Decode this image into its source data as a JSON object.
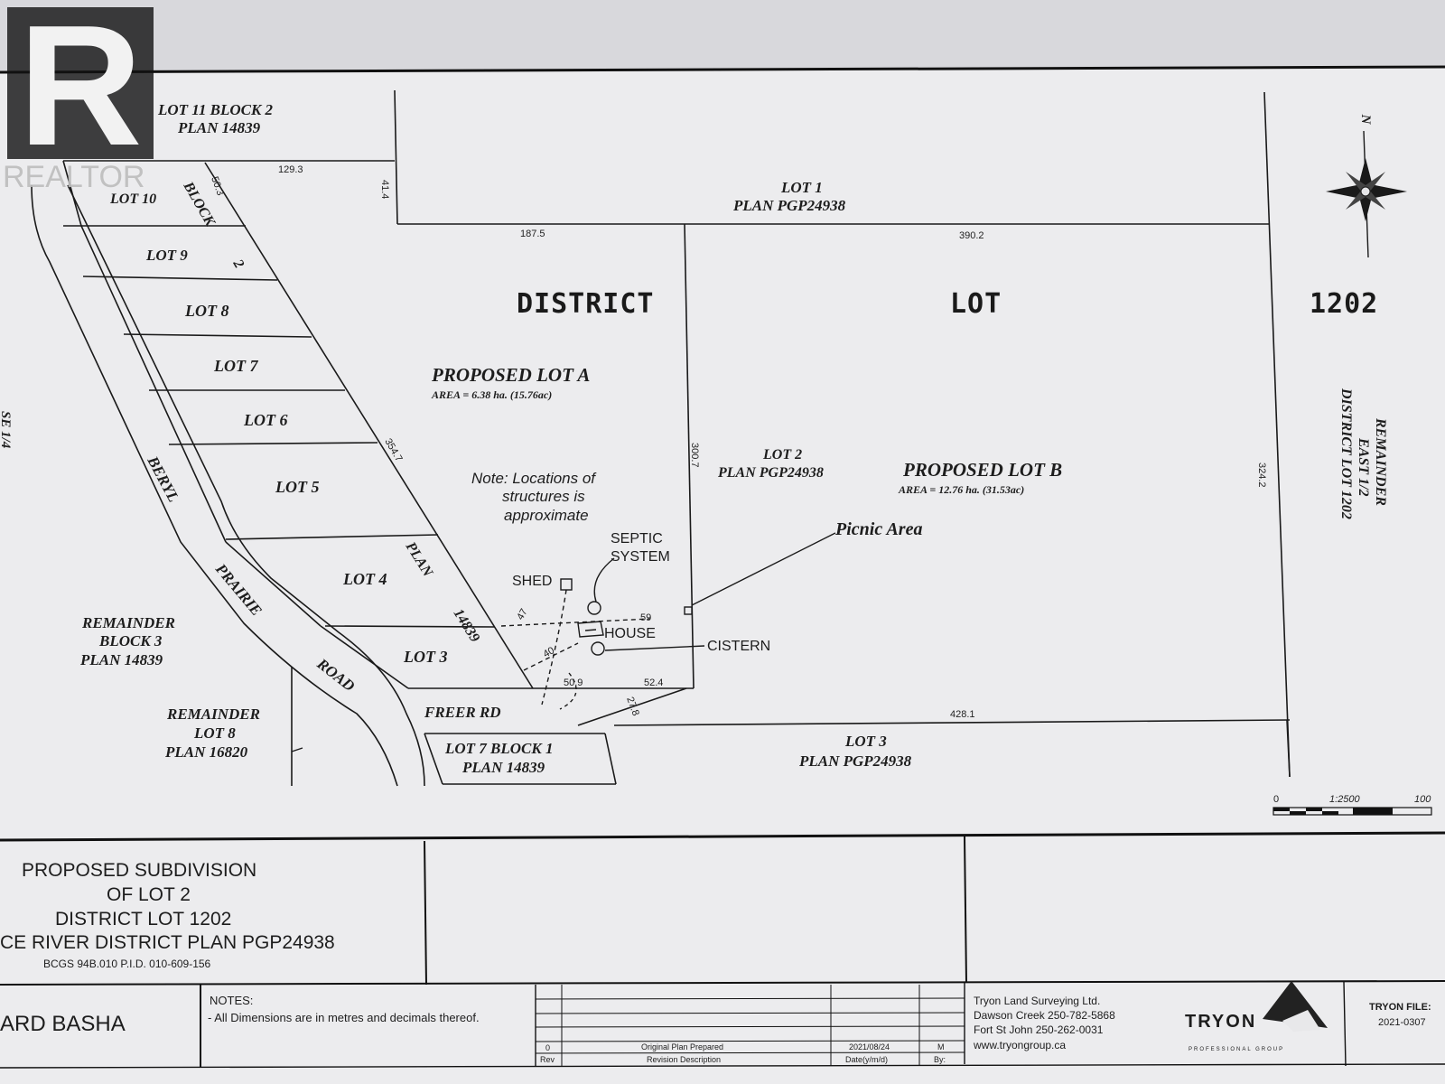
{
  "watermark": {
    "brand": "REALTOR",
    "mark": "R"
  },
  "north": "N",
  "map": {
    "district": "DISTRICT",
    "lot_word": "LOT",
    "lot_number": "1202",
    "lot11_l1": "LOT 11 BLOCK 2",
    "lot11_l2": "PLAN 14839",
    "lot1_l1": "LOT 1",
    "lot1_l2": "PLAN PGP24938",
    "lot10": "LOT 10",
    "lot9": "LOT 9",
    "lot8": "LOT 8",
    "lot7": "LOT 7",
    "lot6": "LOT 6",
    "lot5": "LOT 5",
    "lot4": "LOT 4",
    "lot3": "LOT 3",
    "block_word": "BLOCK",
    "block_num": "2",
    "plan_word": "PLAN",
    "plan_num": "14839",
    "beryl": "BERYL",
    "prairie": "PRAIRIE",
    "road": "ROAD",
    "proposed_a": "PROPOSED LOT A",
    "area_a": "AREA = 6.38 ha. (15.76ac)",
    "note_l1": "Note: Locations of",
    "note_l2": "structures is",
    "note_l3": "approximate",
    "lot2_l1": "LOT 2",
    "lot2_l2": "PLAN PGP24938",
    "proposed_b": "PROPOSED LOT B",
    "area_b": "AREA = 12.76 ha. (31.53ac)",
    "picnic": "Picnic Area",
    "septic_l1": "SEPTIC",
    "septic_l2": "SYSTEM",
    "shed": "SHED",
    "house": "HOUSE",
    "cistern": "CISTERN",
    "rem_east_l1": "REMAINDER",
    "rem_east_l2": "EAST 1/2",
    "rem_east_l3": "DISTRICT LOT 1202",
    "rem_b3_l1": "REMAINDER",
    "rem_b3_l2": "BLOCK 3",
    "rem_b3_l3": "PLAN 14839",
    "rem_l8_l1": "REMAINDER",
    "rem_l8_l2": "LOT 8",
    "rem_l8_l3": "PLAN 16820",
    "freer": "FREER RD",
    "lot7b1_l1": "LOT 7 BLOCK 1",
    "lot7b1_l2": "PLAN 14839",
    "lot3b_l1": "LOT 3",
    "lot3b_l2": "PLAN PGP24938",
    "left_edge": "SE 1/4",
    "dims": {
      "d129": "129.3",
      "d503": "50.3",
      "d414": "41.4",
      "d1875": "187.5",
      "d3902": "390.2",
      "d3007": "300.7",
      "d3242": "324.2",
      "d3547": "354.7",
      "d47": "47",
      "d59": "59",
      "d40": "40",
      "d509": "50.9",
      "d524": "52.4",
      "d278": "27.8",
      "d4281": "428.1"
    },
    "scale": {
      "zero": "0",
      "ratio": "1:2500",
      "end": "100"
    }
  },
  "title_block": {
    "title_l1": "PROPOSED SUBDIVISION",
    "title_l2": "OF LOT 2",
    "title_l3": "DISTRICT LOT 1202",
    "title_l4": "CE RIVER DISTRICT PLAN PGP24938",
    "bcgs": "BCGS 94B.010   P.I.D. 010-609-156",
    "client": "ARD BASHA",
    "notes_head": "NOTES:",
    "notes_body": "- All Dimensions are in metres and decimals thereof.",
    "rev_num": "0",
    "rev_desc": "Original Plan Prepared",
    "rev_date": "2021/08/24",
    "rev_by": "M",
    "rev_h": "Rev",
    "desc_h": "Revision Description",
    "date_h": "Date(y/m/d)",
    "by_h": "By:",
    "firm_l1": "Tryon Land Surveying Ltd.",
    "firm_l2": "Dawson Creek 250-782-5868",
    "firm_l3": "Fort St John  250-262-0031",
    "firm_l4": "www.tryongroup.ca",
    "logo": "TRYON",
    "logo_sub": "PROFESSIONAL GROUP",
    "file_h": "TRYON FILE:",
    "file_num": "2021-0307"
  }
}
